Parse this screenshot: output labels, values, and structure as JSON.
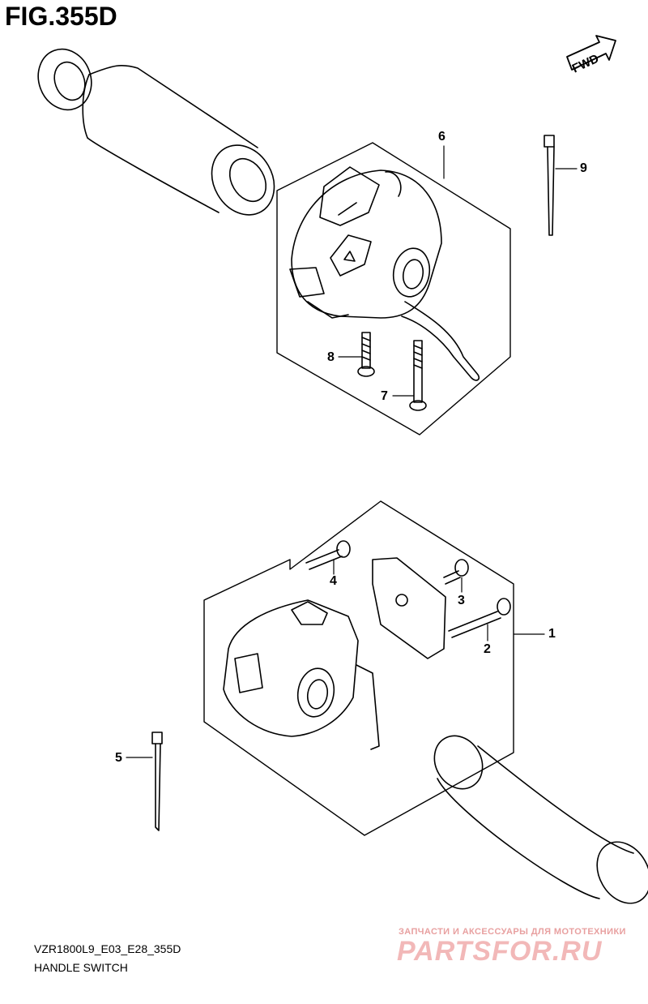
{
  "figure": {
    "title": "FIG.355D",
    "direction_label": "FWD"
  },
  "callouts": {
    "p1": "1",
    "p2": "2",
    "p3": "3",
    "p4": "4",
    "p5": "5",
    "p6": "6",
    "p7": "7",
    "p8": "8",
    "p9": "9"
  },
  "footer": {
    "model_code": "VZR1800L9_E03_E28_355D",
    "section_name": "HANDLE SWITCH"
  },
  "watermark": {
    "tagline": "ЗАПЧАСТИ И АКСЕССУАРЫ ДЛЯ МОТОТЕХНИКИ",
    "brand": "PARTSFOR.RU",
    "color": "#f2b8b8"
  }
}
